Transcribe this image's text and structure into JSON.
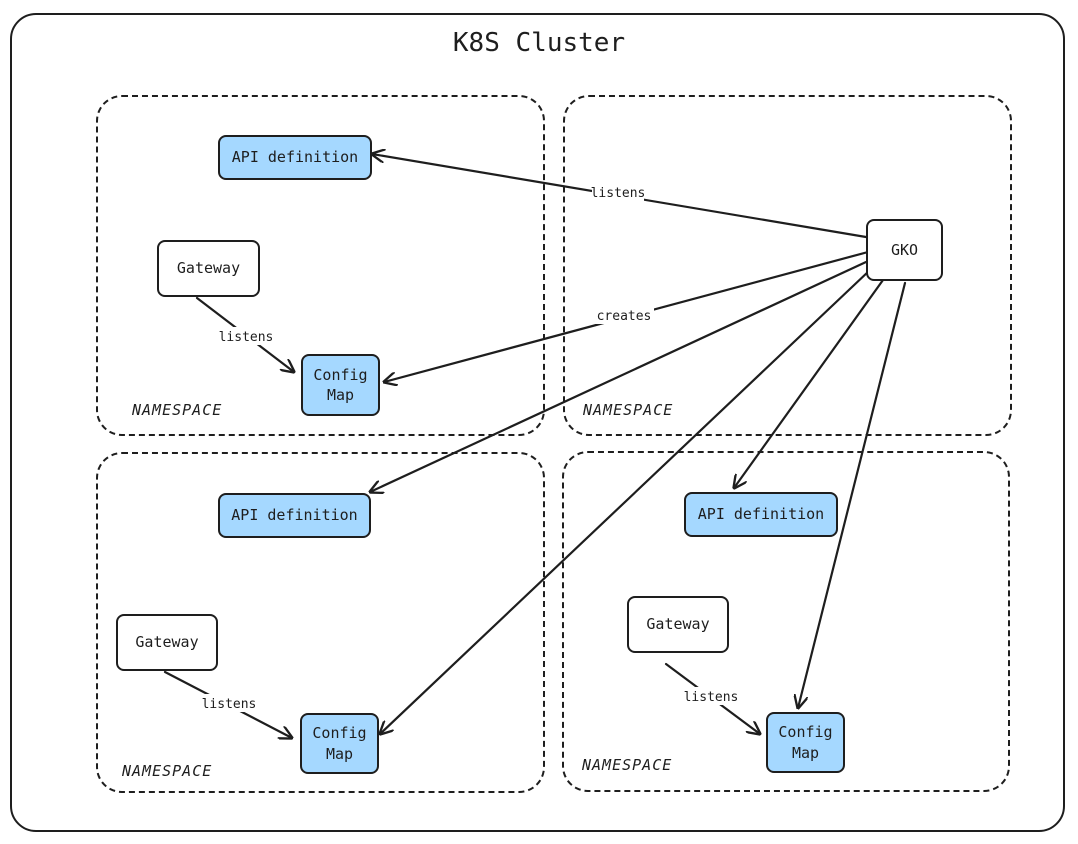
{
  "cluster": {
    "title": "K8S Cluster"
  },
  "namespaces": {
    "top_left": "NAMESPACE",
    "top_right": "NAMESPACE",
    "bottom_left": "NAMESPACE",
    "bottom_right": "NAMESPACE"
  },
  "nodes": {
    "api_tl": "API definition",
    "gateway_tl": "Gateway",
    "configmap_tl": "Config\nMap",
    "gko": "GKO",
    "api_bl": "API definition",
    "gateway_bl": "Gateway",
    "configmap_bl": "Config\nMap",
    "api_br": "API definition",
    "gateway_br": "Gateway",
    "configmap_br": "Config\nMap"
  },
  "edge_labels": {
    "gko_listens_api_tl": "listens",
    "gko_creates_configmap_tl": "creates",
    "gateway_tl_listens": "listens",
    "gateway_bl_listens": "listens",
    "gateway_br_listens": "listens"
  },
  "colors": {
    "resource_fill": "#a5d8ff",
    "stroke": "#1e1e1e",
    "background": "#ffffff"
  }
}
